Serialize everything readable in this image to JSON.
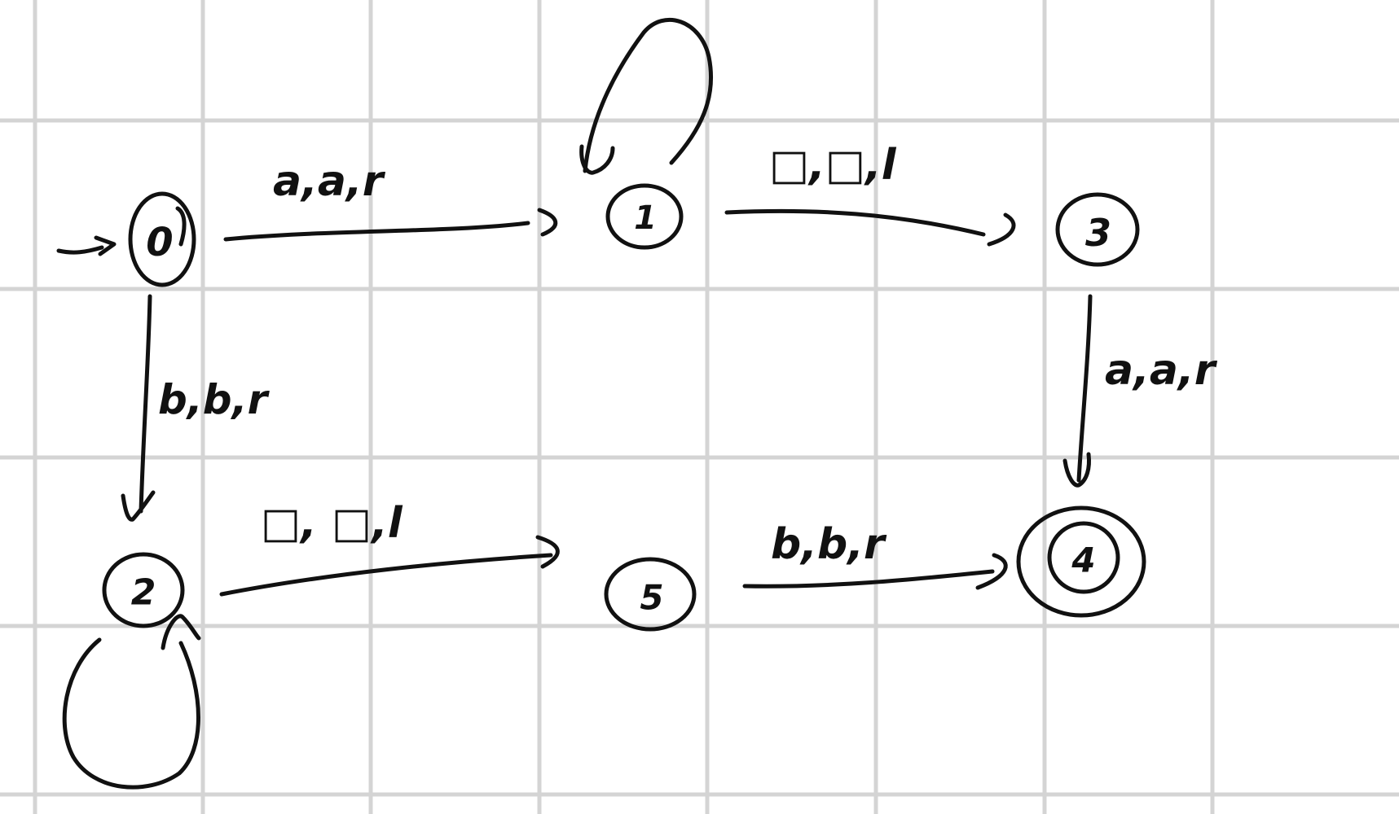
{
  "diagram": {
    "kind": "hand-drawn state machine on grid paper",
    "ink_color": "#111111",
    "grid_color": "#d4d4d4",
    "states": [
      {
        "id": "q0",
        "label": "0",
        "start": true,
        "accepting": false
      },
      {
        "id": "q1",
        "label": "1",
        "start": false,
        "accepting": false
      },
      {
        "id": "q2",
        "label": "2",
        "start": false,
        "accepting": false
      },
      {
        "id": "q3",
        "label": "3",
        "start": false,
        "accepting": false
      },
      {
        "id": "q4",
        "label": "4",
        "start": false,
        "accepting": true
      },
      {
        "id": "q5",
        "label": "5",
        "start": false,
        "accepting": false
      }
    ],
    "transitions": [
      {
        "from": "0",
        "to": "1",
        "label": "a,a,r"
      },
      {
        "from": "1",
        "to": "3",
        "label": "□,□,l"
      },
      {
        "from": "0",
        "to": "2",
        "label": "b,b,r"
      },
      {
        "from": "3",
        "to": "4",
        "label": "a,a,r"
      },
      {
        "from": "2",
        "to": "5",
        "label": "□, □,l"
      },
      {
        "from": "5",
        "to": "4",
        "label": "b,b,r"
      },
      {
        "from": "1",
        "to": "1",
        "label": ""
      },
      {
        "from": "2",
        "to": "2",
        "label": ""
      }
    ]
  }
}
